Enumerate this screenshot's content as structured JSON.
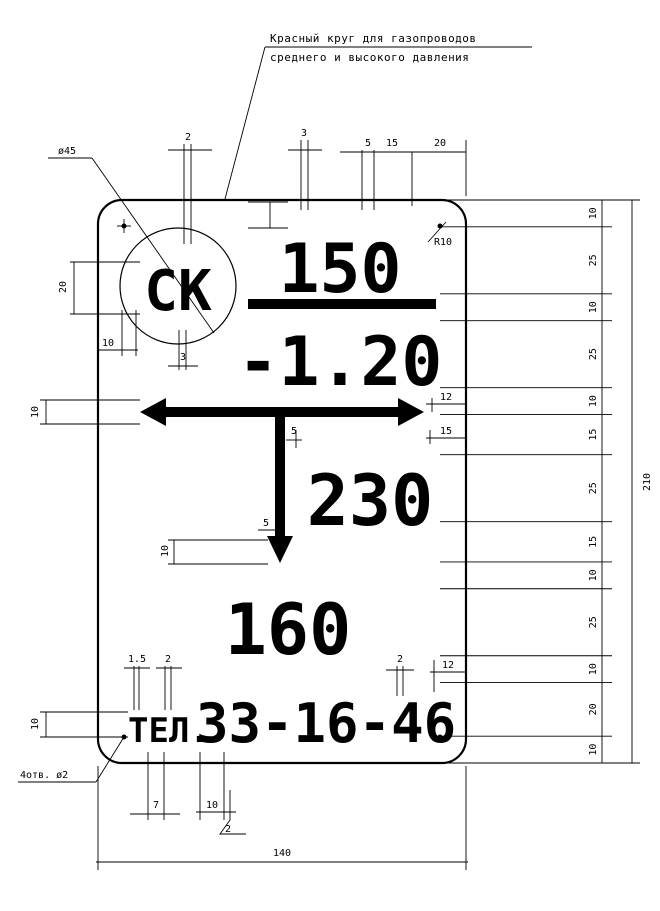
{
  "note": {
    "line1": "Красный круг для газопроводов",
    "line2": "среднего и высокого давления"
  },
  "plate": {
    "circle_code": "СК",
    "diameter": "150",
    "depth": "-1.20",
    "distance": "230",
    "second_number": "160",
    "phone_prefix": "ТЕЛ.",
    "phone_number": "33-16-46"
  },
  "dims": {
    "d45": "ø45",
    "top_2": "2",
    "top_3": "3",
    "top_5": "5",
    "top_15": "15",
    "top_20": "20",
    "r10": "R10",
    "left_20": "20",
    "left_10_circle": "10",
    "circle_10": "10",
    "circle_3": "3",
    "arrow_10": "10",
    "arrow_12": "12",
    "stem_5": "5",
    "right_15": "15",
    "stem_5b": "5",
    "arrow_down_10": "10",
    "bottom_1_5": "1.5",
    "bottom_2a": "2",
    "bottom_2b": "2",
    "bottom_12": "12",
    "tel_10": "10",
    "holes": "4отв. ø2",
    "bottom_7": "7",
    "bottom_10": "10",
    "bottom_2c": "2",
    "width_140": "140",
    "height_210": "210",
    "right_chain": [
      "10",
      "25",
      "10",
      "25",
      "10",
      "15",
      "25",
      "15",
      "10",
      "25",
      "10",
      "20",
      "10"
    ]
  }
}
